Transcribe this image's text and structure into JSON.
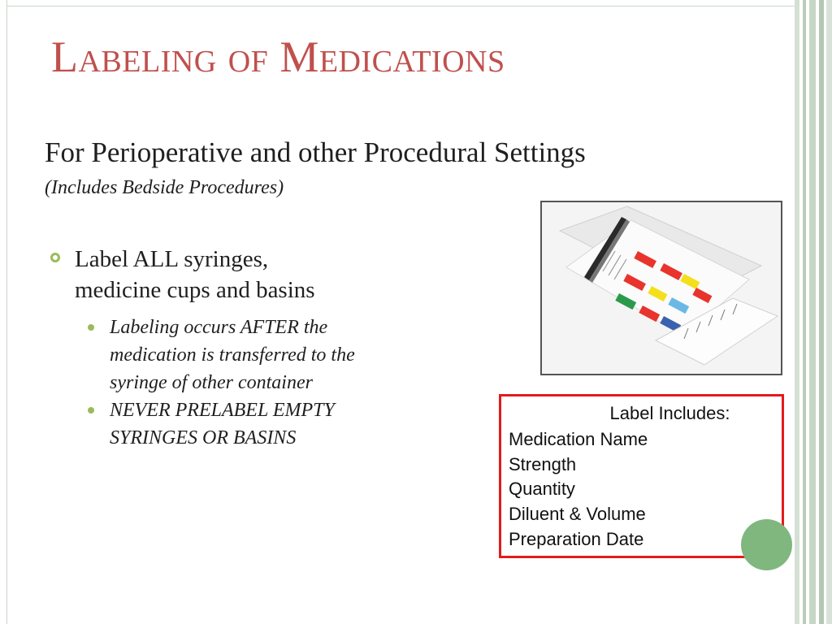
{
  "slide": {
    "title": "Labeling of Medications",
    "subtitle": "For Perioperative and other Procedural Settings",
    "subnote": "(Includes Bedside Procedures)",
    "bullet": {
      "text_line1": "Label ALL syringes,",
      "text_line2": "medicine cups and basins",
      "subbullets": [
        {
          "line1": "Labeling occurs AFTER the",
          "line2": "medication is transferred to the",
          "line3": "syringe of other container"
        },
        {
          "line1": "NEVER PRELABEL EMPTY",
          "line2": "SYRINGES OR BASINS"
        }
      ]
    },
    "label_box": {
      "header": "Label Includes:",
      "items": [
        "Medication Name",
        "Strength",
        "Quantity",
        "Diluent & Volume",
        "Preparation Date"
      ]
    }
  },
  "colors": {
    "title": "#c0504d",
    "accent_green": "#9bbb59",
    "box_border": "#e21b1b",
    "stripe_green": "#b9cdb9",
    "circle": "#7fb77e"
  },
  "icons": {
    "bullet_level1": "hollow-circle-bullet",
    "bullet_level2": "filled-dot-bullet"
  }
}
